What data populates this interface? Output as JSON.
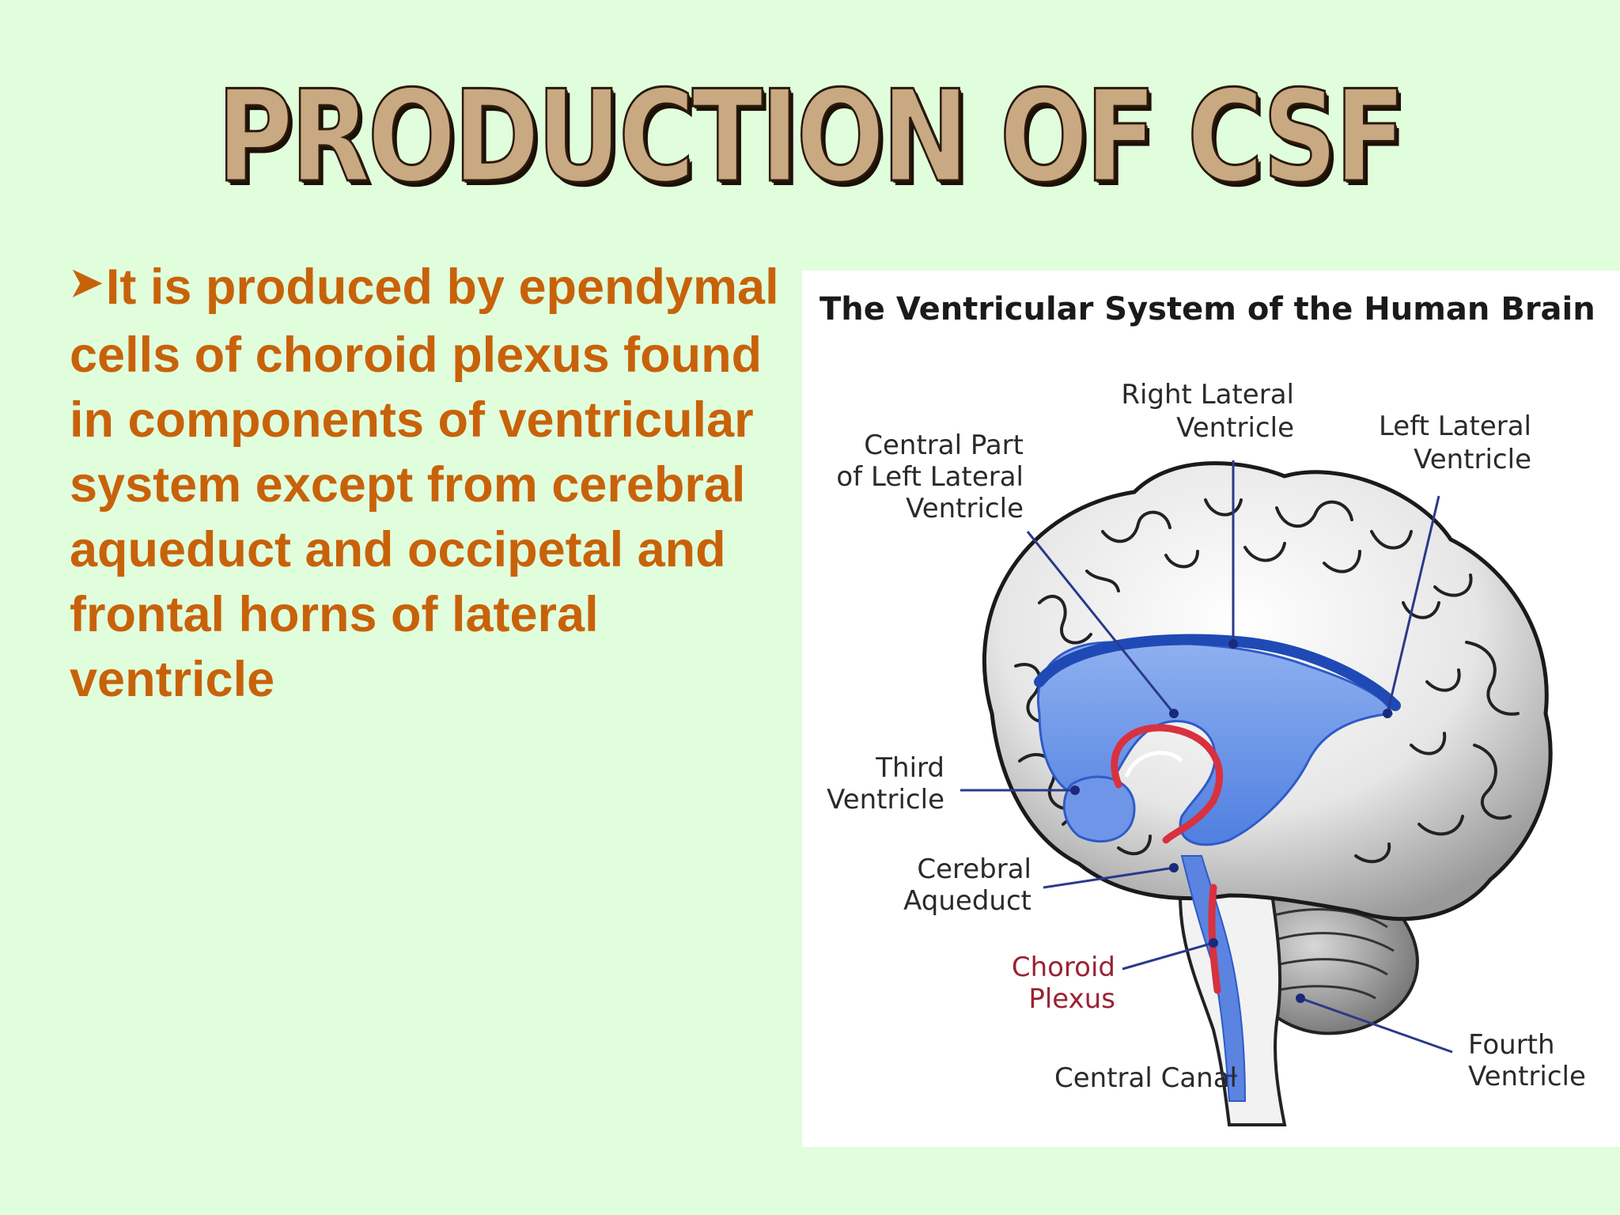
{
  "slide": {
    "title": "PRODUCTION OF CSF",
    "bullet_text": "It is produced by ependymal cells of choroid plexus found in components of ventricular system except from cerebral aqueduct and occipetal and frontal horns of lateral ventricle"
  },
  "colors": {
    "background": "#e0fedc",
    "body_text": "#c8620a",
    "title_fill": "#c9a982",
    "ventricle_blue": "#3f6fd8",
    "choroid_red": "#d8313f"
  },
  "figure": {
    "title": "The Ventricular System of the Human Brain",
    "labels": {
      "right_lateral_1": "Right Lateral",
      "right_lateral_2": "Ventricle",
      "left_lateral_1": "Left Lateral",
      "left_lateral_2": "Ventricle",
      "central_part_1": "Central Part",
      "central_part_2": "of Left Lateral",
      "central_part_3": "Ventricle",
      "third_1": "Third",
      "third_2": "Ventricle",
      "aqueduct_1": "Cerebral",
      "aqueduct_2": "Aqueduct",
      "choroid_1": "Choroid",
      "choroid_2": "Plexus",
      "central_canal": "Central Canal",
      "fourth_1": "Fourth",
      "fourth_2": "Ventricle"
    }
  }
}
